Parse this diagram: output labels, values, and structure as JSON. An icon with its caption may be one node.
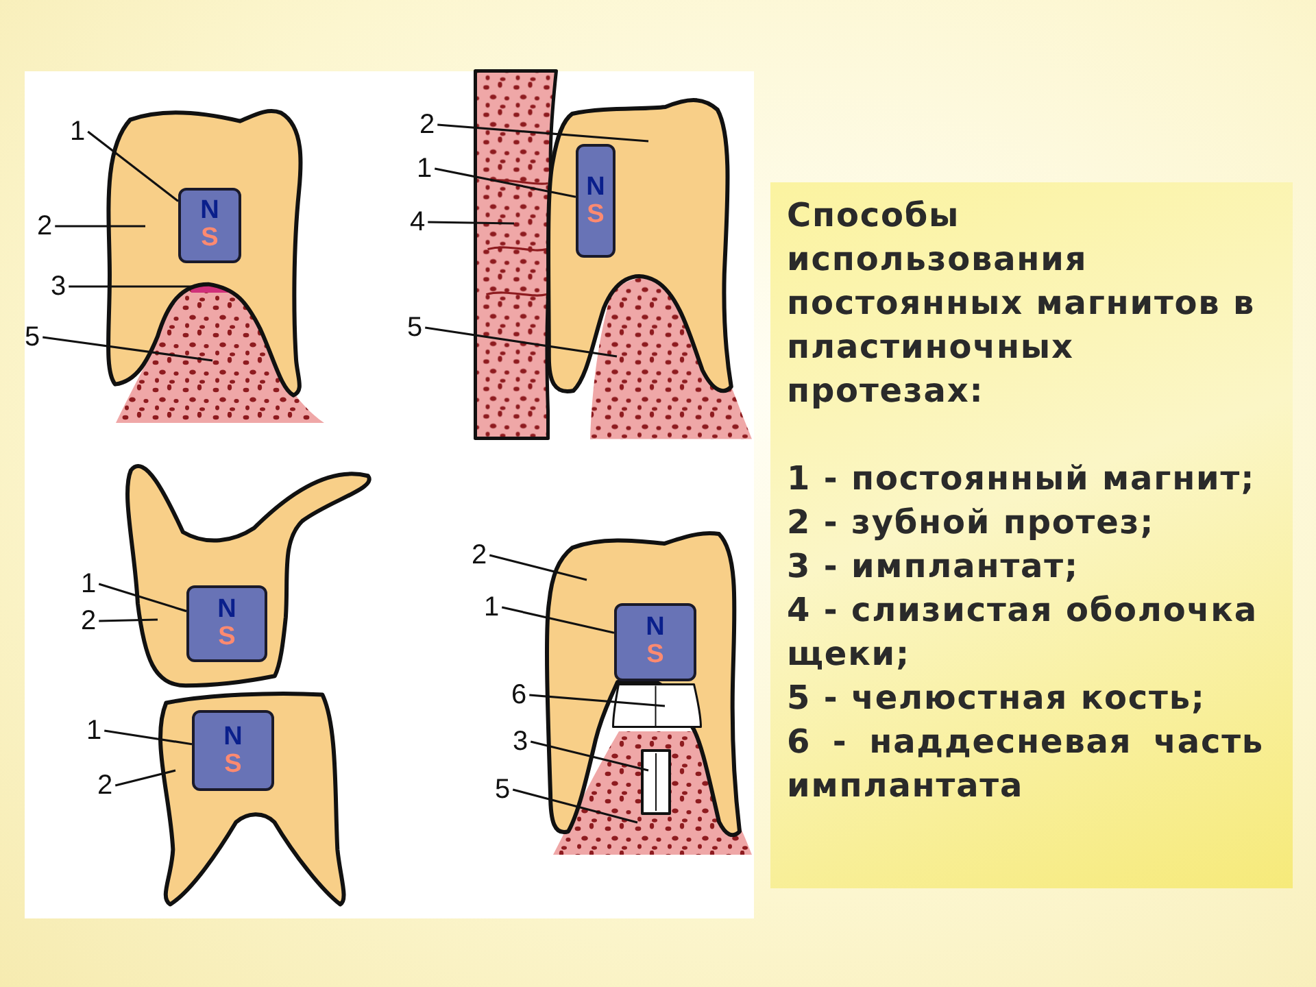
{
  "diagram": {
    "nodes": [
      {
        "text": [
          "1"
        ]
      },
      {
        "text": [
          "2"
        ]
      },
      {
        "text": [
          "3"
        ]
      },
      {
        "text": [
          "5"
        ]
      },
      {
        "text": [],
        "shape": "tooth"
      },
      {
        "text": [
          "N",
          "S"
        ],
        "in": 4
      },
      {
        "text": [],
        "shape": "bar",
        "in": 7
      },
      {
        "text": [],
        "shape": "area"
      },
      {
        "text": [
          "2"
        ]
      },
      {
        "text": [
          "1"
        ]
      },
      {
        "text": [
          "4"
        ]
      },
      {
        "text": [
          "5"
        ]
      },
      {
        "text": [],
        "shape": "area"
      },
      {
        "text": [],
        "shape": "tooth"
      },
      {
        "text": [
          "N",
          "S"
        ],
        "in": 13
      },
      {
        "text": [],
        "shape": "area"
      },
      {
        "text": [
          "1"
        ]
      },
      {
        "text": [
          "2"
        ]
      },
      {
        "text": [
          "1"
        ]
      },
      {
        "text": [
          "2"
        ]
      },
      {
        "text": [],
        "shape": "tooth"
      },
      {
        "text": [
          "N",
          "S"
        ],
        "in": 20
      },
      {
        "text": [],
        "shape": "tooth"
      },
      {
        "text": [
          "N",
          "S"
        ],
        "in": 22
      },
      {
        "text": [
          "2"
        ]
      },
      {
        "text": [
          "1"
        ]
      },
      {
        "text": [
          "6"
        ]
      },
      {
        "text": [
          "3"
        ]
      },
      {
        "text": [
          "5"
        ]
      },
      {
        "text": [],
        "shape": "tooth"
      },
      {
        "text": [
          "N",
          "S"
        ],
        "in": 29
      },
      {
        "text": [],
        "shape": "dome"
      },
      {
        "text": [],
        "shape": "box",
        "in": 33
      },
      {
        "text": [],
        "shape": "area"
      },
      {
        "text": [
          "Способы использования постоянных магнитов в пластиночных протезах:",
          "1 - постоянный магнит;",
          "2 - зубной протез;",
          "3 - имплантат;",
          "4 - слизистая оболочка щеки;",
          "5 - челюстная кость;",
          "6 - наддесневая часть имплантата"
        ]
      }
    ],
    "edges": [
      {
        "from": 0,
        "to": 5,
        "arrow": "none"
      },
      {
        "from": 1,
        "to": 4,
        "arrow": "none"
      },
      {
        "from": 2,
        "to": 6,
        "arrow": "none"
      },
      {
        "from": 3,
        "to": 7,
        "arrow": "none"
      },
      {
        "from": 8,
        "to": 13,
        "arrow": "none"
      },
      {
        "from": 9,
        "to": 14,
        "arrow": "none"
      },
      {
        "from": 10,
        "to": 12,
        "arrow": "none"
      },
      {
        "from": 11,
        "to": 15,
        "arrow": "none"
      },
      {
        "from": 16,
        "to": 21,
        "arrow": "none"
      },
      {
        "from": 17,
        "to": 20,
        "arrow": "none"
      },
      {
        "from": 18,
        "to": 23,
        "arrow": "none"
      },
      {
        "from": 19,
        "to": 22,
        "arrow": "none"
      },
      {
        "from": 24,
        "to": 29,
        "arrow": "none"
      },
      {
        "from": 25,
        "to": 30,
        "arrow": "none"
      },
      {
        "from": 26,
        "to": 31,
        "arrow": "none"
      },
      {
        "from": 27,
        "to": 32,
        "arrow": "none"
      },
      {
        "from": 28,
        "to": 33,
        "arrow": "none"
      }
    ]
  }
}
